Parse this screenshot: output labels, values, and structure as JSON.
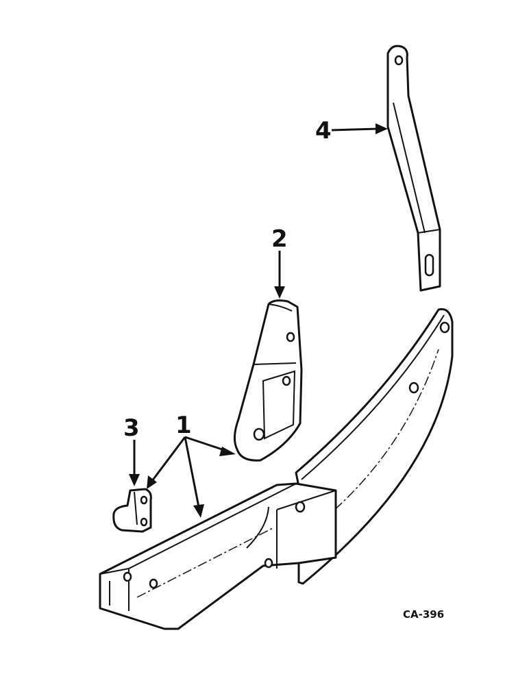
{
  "callouts": {
    "item_1": "1",
    "item_2": "2",
    "item_3": "3",
    "item_4": "4"
  },
  "drawing_code": "CA-396",
  "colors": {
    "line": "#111111",
    "background": "#ffffff"
  }
}
